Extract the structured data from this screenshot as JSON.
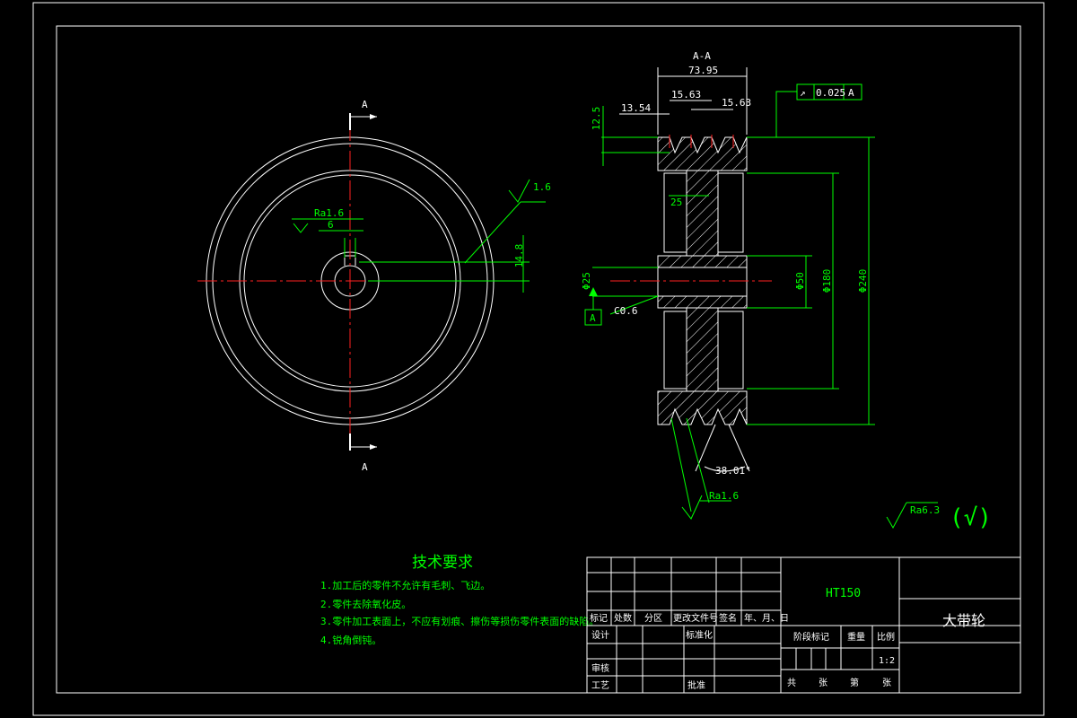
{
  "views": {
    "section_label": "A-A",
    "cut_mark": "A",
    "datum_label": "A"
  },
  "dims": {
    "overall_width": "73.95",
    "groove_pitch_a": "15.63",
    "groove_pitch_b": "15.63",
    "edge_offset": "13.54",
    "groove_depth": "12.5",
    "web_thickness": "25",
    "hub_bore": "Φ25",
    "chamfer": "C0.6",
    "hub_dia": "Φ50",
    "inner_rim_dia": "Φ180",
    "outer_dia": "Φ240",
    "groove_angle": "38.01°",
    "keyway_width": "6",
    "keyway_depth": "14.8"
  },
  "roughness": {
    "hub_bore": "Ra1.6",
    "face": "1.6",
    "groove": "Ra1.6",
    "general": "Ra6.3",
    "general_suffix": "(√)"
  },
  "tolerance": {
    "symbol": "↗",
    "value": "0.025",
    "datum": "A"
  },
  "notes": {
    "title": "技术要求",
    "items": [
      "1.加工后的零件不允许有毛刺、飞边。",
      "2.零件去除氧化皮。",
      "3.零件加工表面上，不应有划痕、擦伤等损伤零件表面的缺陷。",
      "4.锐角倒钝。"
    ]
  },
  "title_block": {
    "material": "HT150",
    "part_name": "大带轮",
    "scale": "1:2",
    "rev_headers": [
      "标记",
      "处数",
      "分区",
      "更改文件号",
      "签名",
      "年、月、日"
    ],
    "design": "设计",
    "standardize": "标准化",
    "review": "审核",
    "process": "工艺",
    "approve": "批准",
    "stage_mark": "阶段标记",
    "weight": "重量",
    "scale_label": "比例",
    "total": "共",
    "sheets": "张",
    "sheet_no": "第",
    "sheet_unit": "张"
  }
}
